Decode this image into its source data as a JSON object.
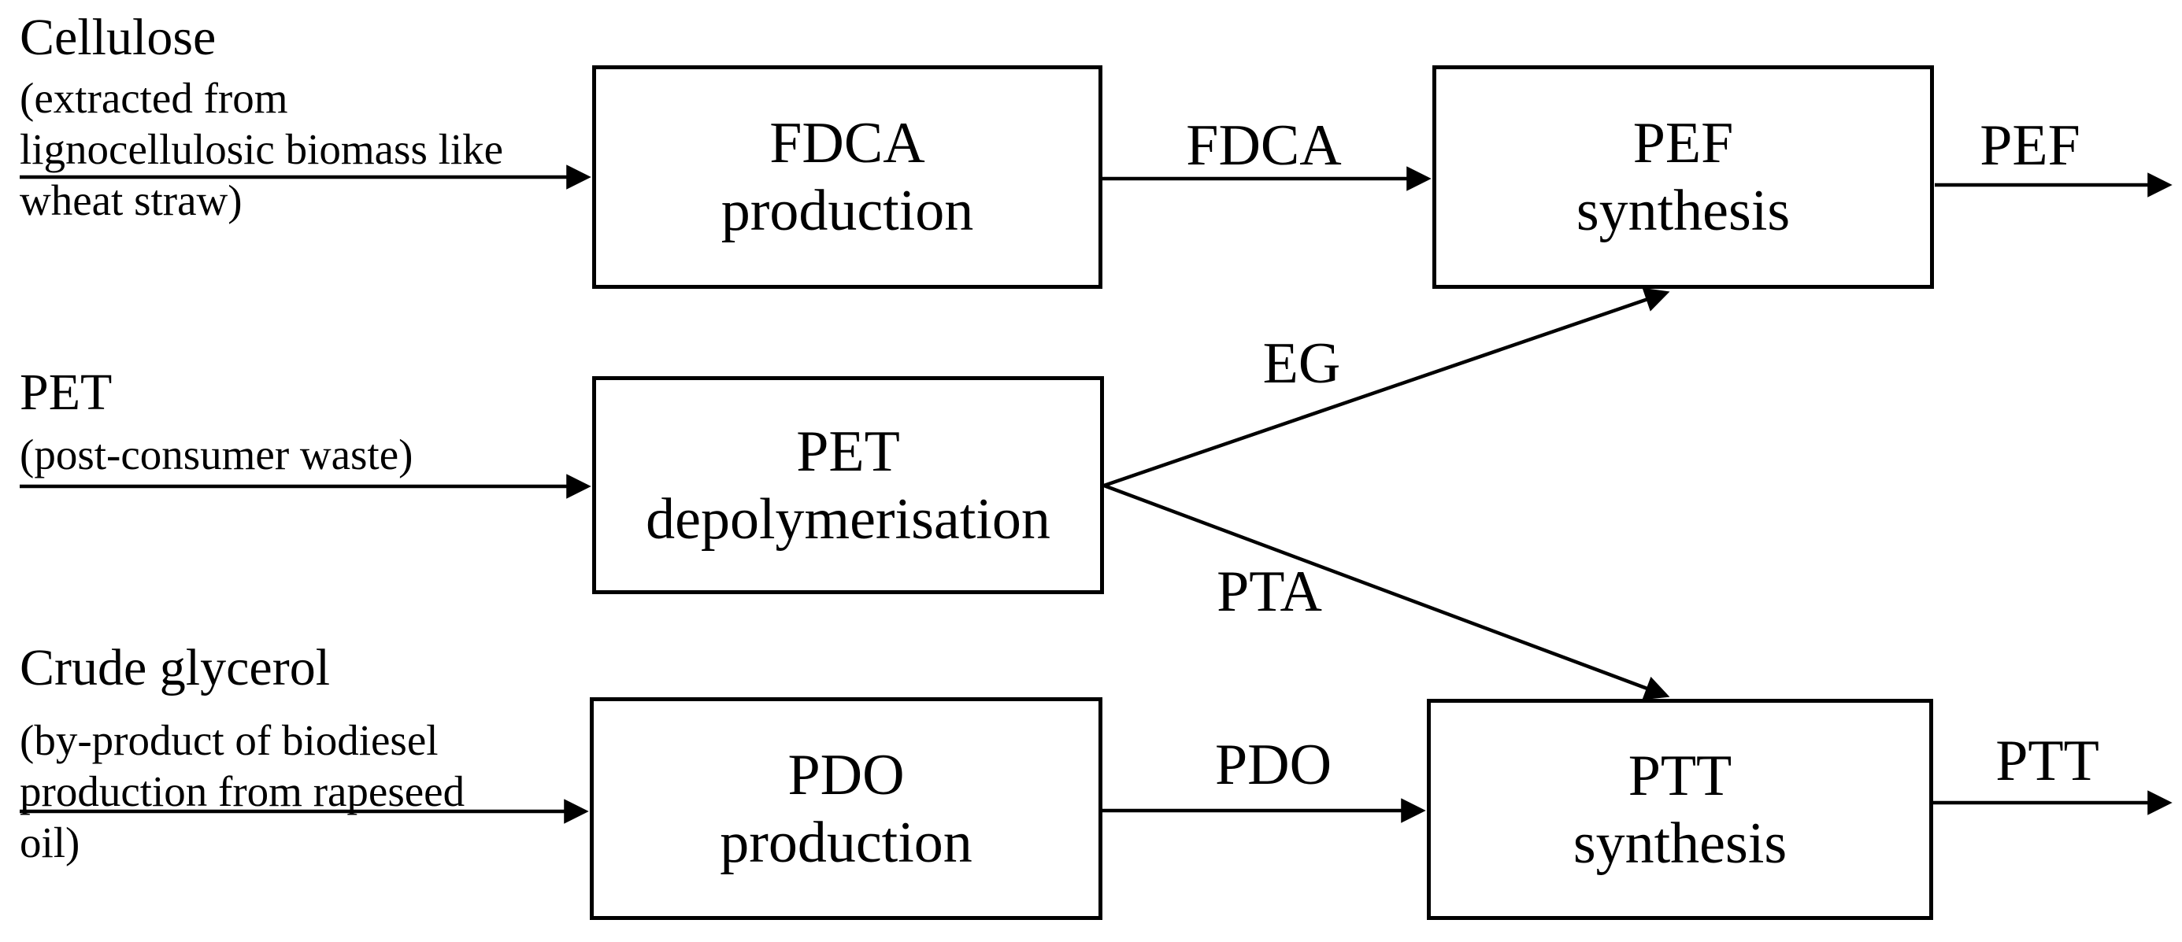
{
  "diagram": {
    "background_color": "#ffffff",
    "line_color": "#000000",
    "inputs": [
      {
        "id": "cellulose",
        "title": "Cellulose",
        "subtitle": "(extracted from\nlignocellulosic biomass like\nwheat straw)"
      },
      {
        "id": "pet",
        "title": "PET",
        "subtitle": "(post-consumer waste)"
      },
      {
        "id": "crude-glycerol",
        "title": "Crude glycerol",
        "subtitle": "(by-product of biodiesel\nproduction from rapeseed\noil)"
      }
    ],
    "boxes": [
      {
        "id": "fdca-production",
        "label": "FDCA\nproduction"
      },
      {
        "id": "pef-synthesis",
        "label": "PEF\nsynthesis"
      },
      {
        "id": "pet-depolymerisation",
        "label": "PET\ndepolymerisation"
      },
      {
        "id": "pdo-production",
        "label": "PDO\nproduction"
      },
      {
        "id": "ptt-synthesis",
        "label": "PTT\nsynthesis"
      }
    ],
    "flow_labels": [
      {
        "id": "fdca",
        "label": "FDCA"
      },
      {
        "id": "pef",
        "label": "PEF"
      },
      {
        "id": "eg",
        "label": "EG"
      },
      {
        "id": "pta",
        "label": "PTA"
      },
      {
        "id": "pdo",
        "label": "PDO"
      },
      {
        "id": "ptt",
        "label": "PTT"
      }
    ]
  }
}
